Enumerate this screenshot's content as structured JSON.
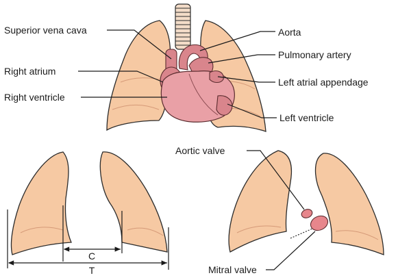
{
  "labels": {
    "superior_vena_cava": "Superior vena cava",
    "aorta": "Aorta",
    "pulmonary_artery": "Pulmonary artery",
    "right_atrium": "Right atrium",
    "left_atrial_appendage": "Left atrial appendage",
    "right_ventricle": "Right ventricle",
    "left_ventricle": "Left ventricle",
    "aortic_valve": "Aortic valve",
    "mitral_valve": "Mitral valve"
  },
  "measurements": {
    "cardiac_width": "C",
    "thoracic_width": "T"
  },
  "colors": {
    "lung_fill": "#f6c9a3",
    "heart_fill": "#e9a0a6",
    "valve_fill": "#e7868c",
    "outline": "#2b2b2b"
  }
}
